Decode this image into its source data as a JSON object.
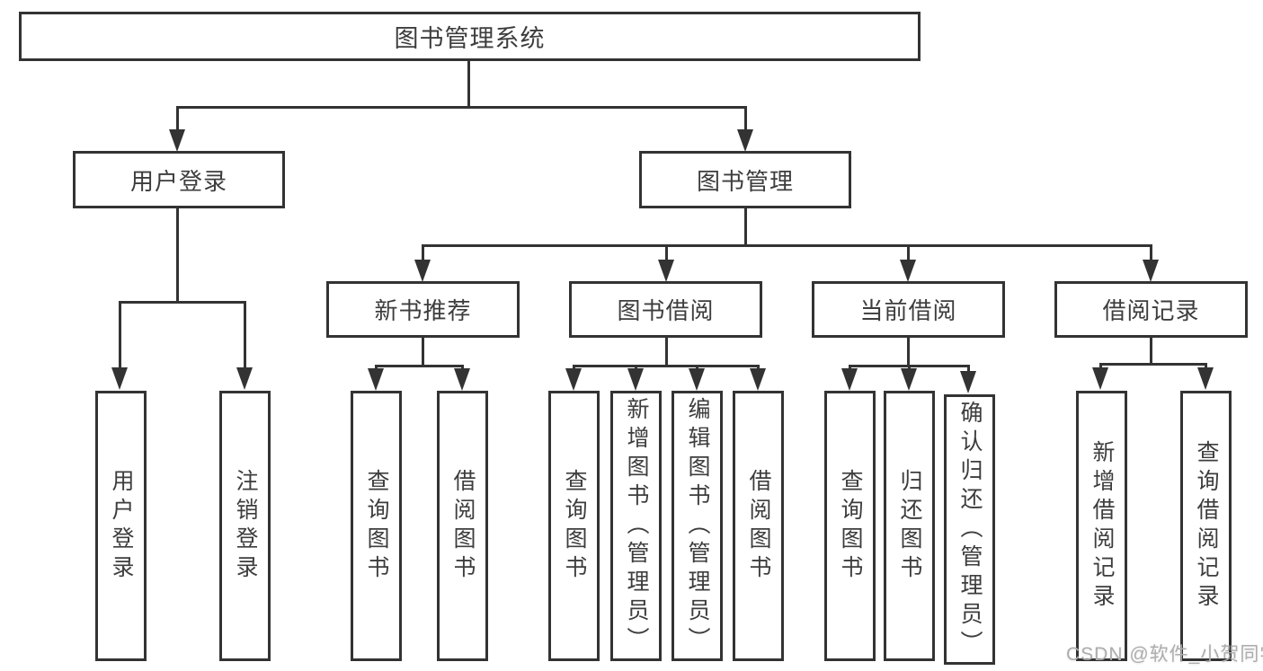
{
  "diagram": {
    "title": "图书管理系统",
    "nodes": {
      "root": "图书管理系统",
      "l2": [
        "用户登录",
        "图书管理"
      ],
      "l3": [
        "新书推荐",
        "图书借阅",
        "当前借阅",
        "借阅记录"
      ],
      "g1": [
        "用户登录",
        "注销登录"
      ],
      "g2": [
        "查询图书",
        "借阅图书"
      ],
      "g3": [
        "查询图书",
        "新增图书（管理员）",
        "编辑图书（管理员）",
        "借阅图书"
      ],
      "g4": [
        "查询图书",
        "归还图书",
        "确认归还（管理员）"
      ],
      "g5": [
        "新增借阅记录",
        "查询借阅记录"
      ]
    },
    "watermark": "CSDN @软件_小贺同学",
    "colors": {
      "line": "#333333",
      "text": "#3d3d3d",
      "background": "#ffffff",
      "watermark": "#adadad"
    }
  }
}
